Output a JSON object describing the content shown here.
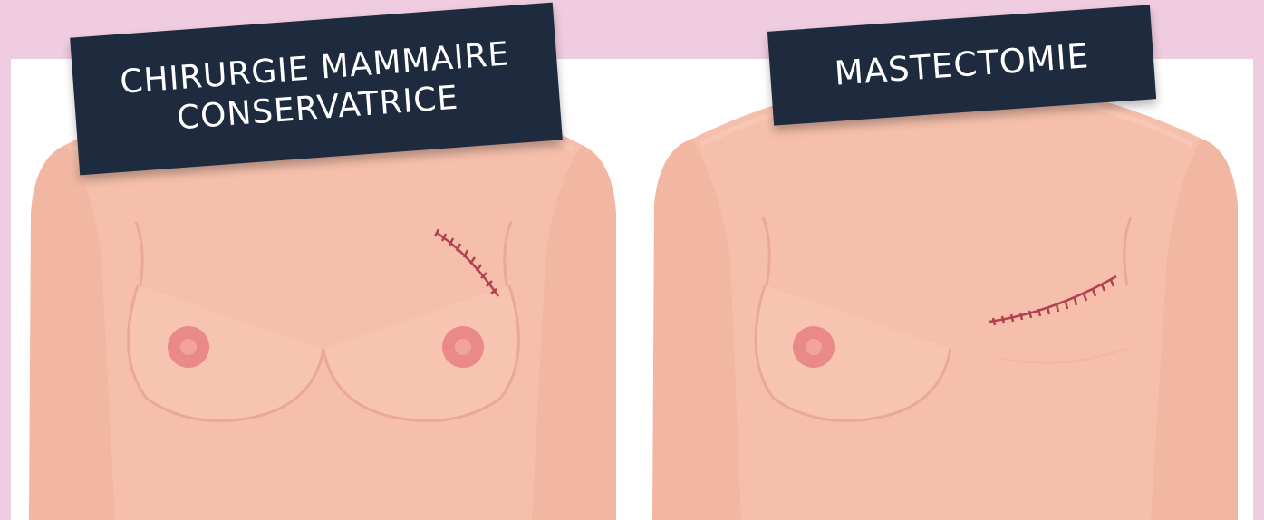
{
  "panels": [
    {
      "id": "left",
      "title_lines": [
        "CHIRURGIE MAMMAIRE",
        "CONSERVATRICE"
      ]
    },
    {
      "id": "right",
      "title_lines": [
        "MASTECTOMIE"
      ]
    }
  ],
  "colors": {
    "background": "#f0cce0",
    "frame": "#ffffff",
    "skin": "#f5bfab",
    "skin_shadow": "#eaa996",
    "nipple": "#e98a88",
    "scar": "#b34050",
    "label_bg": "#1e2a3d",
    "label_text": "#ffffff"
  }
}
